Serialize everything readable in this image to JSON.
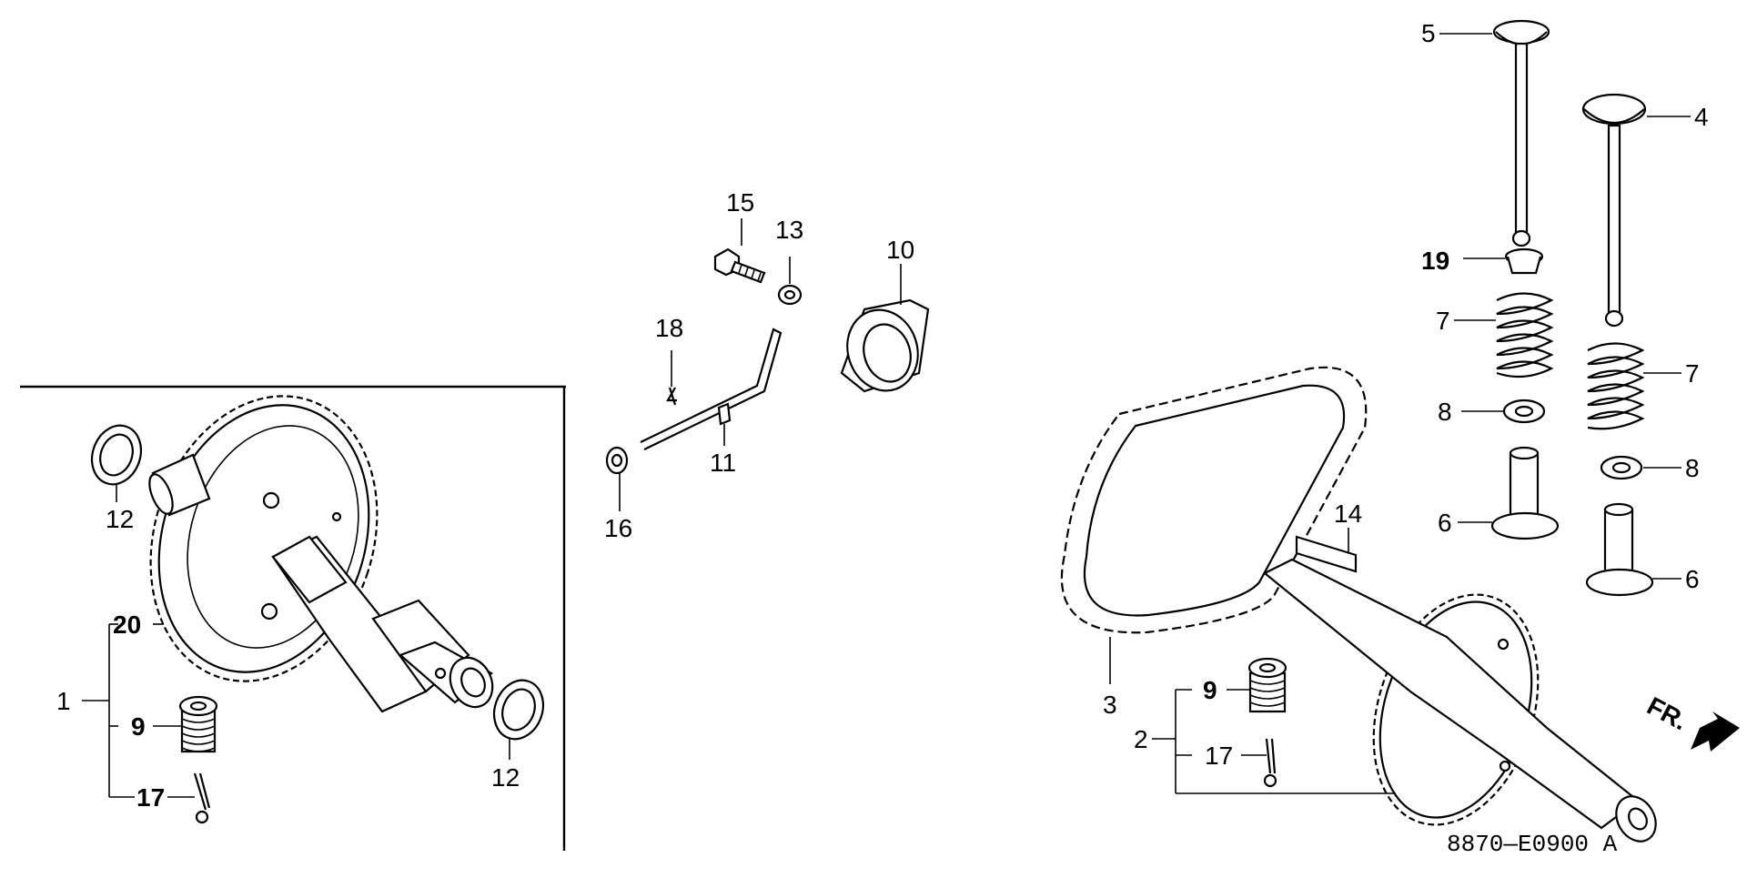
{
  "callouts": {
    "c1": "1",
    "c2": "2",
    "c3": "3",
    "c4": "4",
    "c5": "5",
    "c6a": "6",
    "c6b": "6",
    "c7a": "7",
    "c7b": "7",
    "c8a": "8",
    "c8b": "8",
    "c9a": "9",
    "c9b": "9",
    "c10": "10",
    "c11": "11",
    "c12a": "12",
    "c12b": "12",
    "c13": "13",
    "c14": "14",
    "c15": "15",
    "c16": "16",
    "c17a": "17",
    "c17b": "17",
    "c18": "18",
    "c19": "19",
    "c20": "20"
  },
  "direction_label": "FR.",
  "drawing_code": "8870—E0900 A"
}
